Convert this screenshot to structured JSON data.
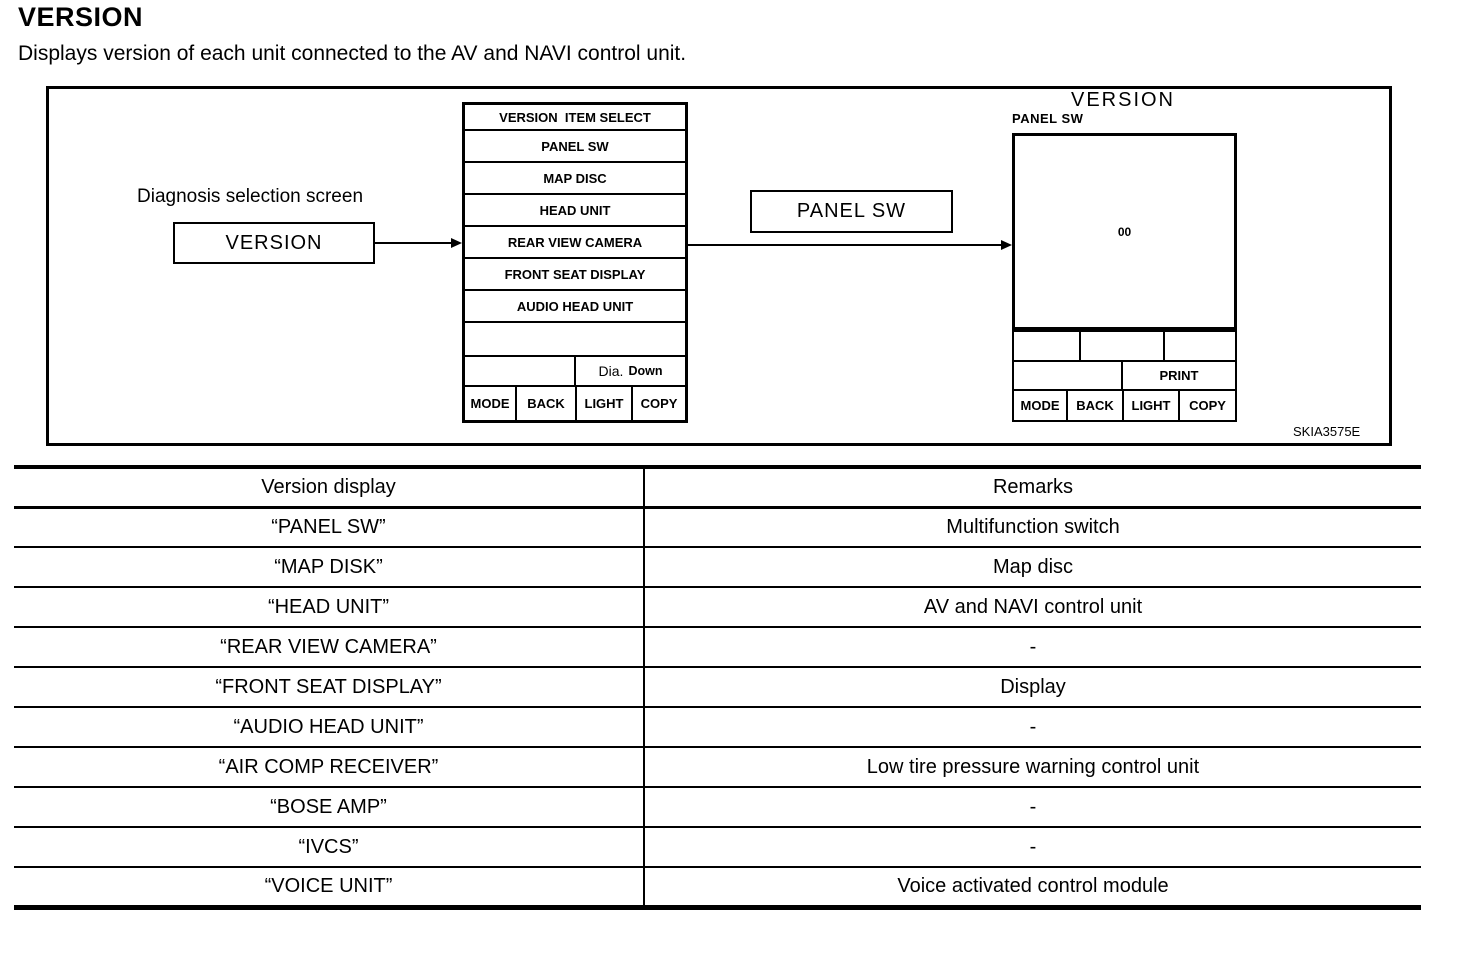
{
  "page": {
    "title": "VERSION",
    "subtitle": "Displays version of each unit connected to the AV and NAVI control unit.",
    "figure_code": "SKIA3575E"
  },
  "diagram": {
    "selection_label": "Diagnosis selection screen",
    "selection_button": "VERSION",
    "menu": {
      "header": "VERSION  ITEM SELECT",
      "items": [
        "PANEL SW",
        "MAP DISC",
        "HEAD UNIT",
        "REAR VIEW CAMERA",
        "FRONT SEAT DISPLAY",
        "AUDIO HEAD UNIT"
      ],
      "dia_label": "Dia.",
      "down_label": "Down",
      "buttons": [
        "MODE",
        "BACK",
        "LIGHT",
        "COPY"
      ]
    },
    "panel_sw_button": "PANEL SW",
    "result_screen": {
      "title": "VERSION",
      "label": "PANEL SW",
      "value": "00",
      "print_label": "PRINT",
      "buttons": [
        "MODE",
        "BACK",
        "LIGHT",
        "COPY"
      ]
    }
  },
  "table": {
    "headers": [
      "Version display",
      "Remarks"
    ],
    "rows": [
      [
        "“PANEL SW”",
        "Multifunction switch"
      ],
      [
        "“MAP DISK”",
        "Map disc"
      ],
      [
        "“HEAD UNIT”",
        "AV and NAVI control unit"
      ],
      [
        "“REAR VIEW CAMERA”",
        "-"
      ],
      [
        "“FRONT SEAT DISPLAY”",
        "Display"
      ],
      [
        "“AUDIO HEAD UNIT”",
        "-"
      ],
      [
        "“AIR COMP RECEIVER”",
        "Low tire pressure warning control unit"
      ],
      [
        "“BOSE AMP”",
        "-"
      ],
      [
        "“IVCS”",
        "-"
      ],
      [
        "“VOICE UNIT”",
        "Voice activated control module"
      ]
    ]
  }
}
